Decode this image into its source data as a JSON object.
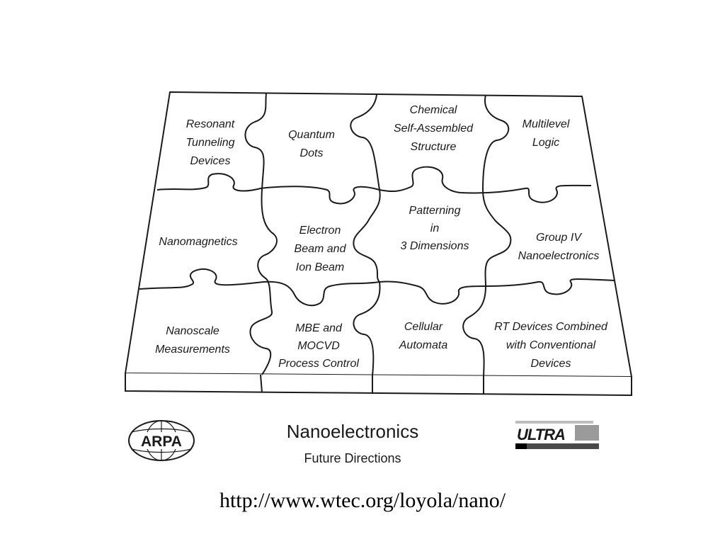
{
  "puzzle": {
    "pieces": [
      {
        "id": "rtd",
        "lines": [
          "Resonant",
          "Tunneling",
          "Devices"
        ]
      },
      {
        "id": "qdots",
        "lines": [
          "Quantum",
          "Dots"
        ]
      },
      {
        "id": "chem",
        "lines": [
          "Chemical",
          "Self-Assembled",
          "Structure"
        ]
      },
      {
        "id": "mlogic",
        "lines": [
          "Multilevel",
          "Logic"
        ]
      },
      {
        "id": "nanomag",
        "lines": [
          "Nanomagnetics"
        ]
      },
      {
        "id": "ebeam",
        "lines": [
          "Electron",
          "Beam and",
          "Ion Beam"
        ]
      },
      {
        "id": "pattern",
        "lines": [
          "Patterning",
          "in",
          "3 Dimensions"
        ]
      },
      {
        "id": "group4",
        "lines": [
          "Group IV",
          "Nanoelectronics"
        ]
      },
      {
        "id": "nmeas",
        "lines": [
          "Nanoscale",
          "Measurements"
        ]
      },
      {
        "id": "mbe",
        "lines": [
          "MBE and",
          "MOCVD",
          "Process Control"
        ]
      },
      {
        "id": "cellular",
        "lines": [
          "Cellular",
          "Automata"
        ]
      },
      {
        "id": "rtcomb",
        "lines": [
          "RT Devices Combined",
          "with Conventional",
          "Devices"
        ]
      }
    ]
  },
  "logos": {
    "left_text": "ARPA",
    "right_text": "ULTRA"
  },
  "caption": {
    "title": "Nanoelectronics",
    "subtitle": "Future Directions"
  },
  "url": "http://www.wtec.org/loyola/nano/",
  "colors": {
    "ink": "#1a1a1a",
    "background": "#ffffff"
  }
}
